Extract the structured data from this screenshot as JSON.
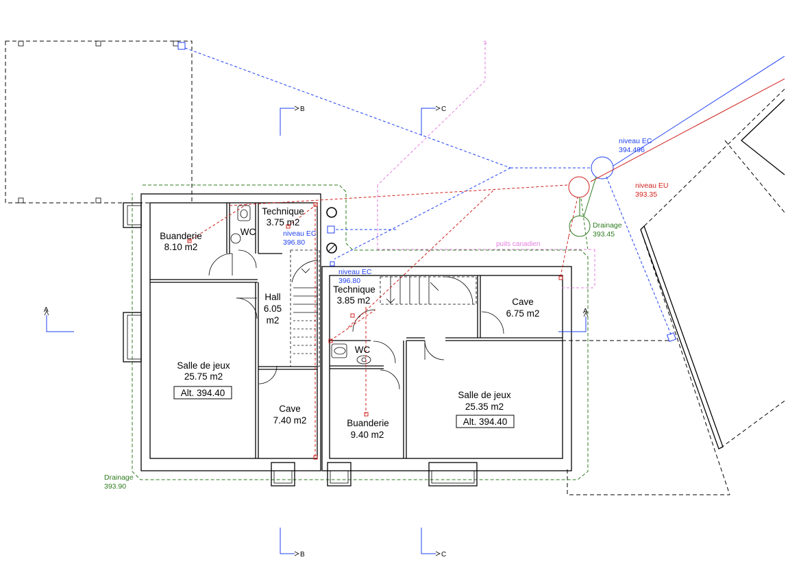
{
  "rooms": {
    "buanderie_left": {
      "name": "Buanderie",
      "area": "8.10 m2"
    },
    "wc_left": {
      "name": "WC"
    },
    "technique_left": {
      "name": "Technique",
      "area": "3.75 m2"
    },
    "hall": {
      "name": "Hall",
      "area_value": "6.05",
      "area_unit": "m2"
    },
    "salle_left": {
      "name": "Salle de jeux",
      "area": "25.75 m2",
      "alt": "Alt. 394.40"
    },
    "cave_left": {
      "name": "Cave",
      "area": "7.40 m2"
    },
    "technique_right": {
      "name": "Technique",
      "area": "3.85 m2"
    },
    "cave_right": {
      "name": "Cave",
      "area": "6.75 m2"
    },
    "wc_right": {
      "name": "WC"
    },
    "buanderie_right": {
      "name": "Buanderie",
      "area": "9.40 m2"
    },
    "salle_right": {
      "name": "Salle de jeux",
      "area": "25.35 m2",
      "alt": "Alt. 394.40"
    }
  },
  "network_labels": {
    "niveau_ec_main": {
      "label": "niveau EC",
      "value": "394.496"
    },
    "niveau_eu_main": {
      "label": "niveau EU",
      "value": "393.35"
    },
    "drainage_chamber": {
      "label": "Drainage",
      "value": "393.45"
    },
    "drainage_perimeter": {
      "label": "Drainage",
      "value": "393.90"
    },
    "niveau_ec_left": {
      "label": "niveau EC",
      "value": "396.80"
    },
    "niveau_ec_right": {
      "label": "niveau EC",
      "value": "396.80"
    },
    "puits": "puits canadien"
  },
  "section_marks": {
    "a": "A",
    "b": "B",
    "c": "C"
  },
  "colors": {
    "wall": "#000000",
    "ec_blue": "#1f3ff0",
    "eu_red": "#d0201c",
    "drainage_green": "#2d7a1e",
    "puits_pink": "#e37ee0"
  }
}
